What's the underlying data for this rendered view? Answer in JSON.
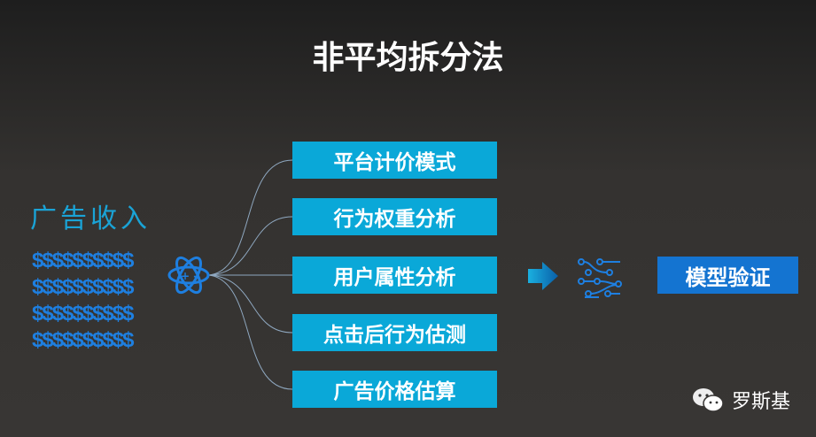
{
  "title": "非平均拆分法",
  "source": {
    "label": "广告收入",
    "dollar_rows": [
      "$$$$$$$$$$",
      "$$$$$$$$$$",
      "$$$$$$$$$$",
      "$$$$$$$$$$"
    ]
  },
  "factors": [
    "平台计价模式",
    "行为权重分析",
    "用户属性分析",
    "点击后行为估测",
    "广告价格估算"
  ],
  "result": "模型验证",
  "brand": "罗斯基",
  "colors": {
    "factor_box": "#0aa8d8",
    "result_box": "#1474d1",
    "accent": "#1e7fe0"
  }
}
